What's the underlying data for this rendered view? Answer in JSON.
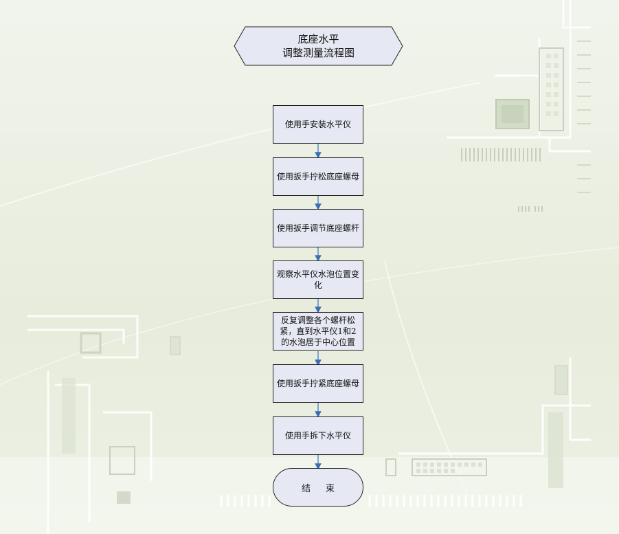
{
  "title": {
    "line1": "底座水平",
    "line2": "调整测量流程图"
  },
  "steps": [
    {
      "label": "使用手安装水平仪"
    },
    {
      "label": "使用扳手拧松底座螺母"
    },
    {
      "label": "使用扳手调节底座螺杆"
    },
    {
      "label": "观察水平仪水泡位置变化"
    },
    {
      "label": "反复调整各个螺杆松紧，直到水平仪1和2的水泡居于中心位置"
    },
    {
      "label": "使用扳手拧紧底座螺母"
    },
    {
      "label": "使用手拆下水平仪"
    }
  ],
  "end": {
    "label": "结束"
  },
  "colors": {
    "box_fill": "#e6e9f4",
    "box_border": "#1f1f1f",
    "arrow": "#3a6fb5",
    "background": "#eef2e8"
  }
}
